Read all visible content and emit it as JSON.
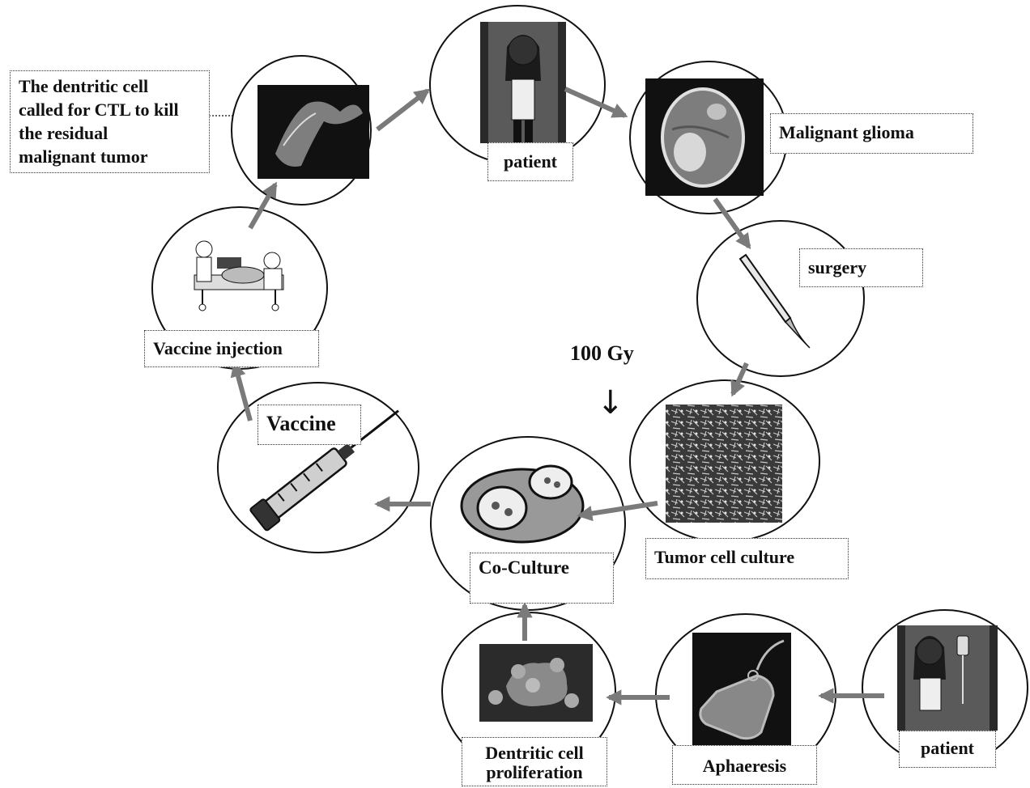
{
  "labels": {
    "dc_kill": "The dentritic cell\ncalled for CTL to kill\nthe residual\nmalignant tumor",
    "patient_top": "patient",
    "malignant_glioma": "Malignant glioma",
    "surgery": "surgery",
    "vaccine_injection": "Vaccine injection",
    "vaccine": "Vaccine",
    "co_culture": "Co-Culture",
    "tumor_cell_culture": "Tumor cell culture",
    "dc_proliferation": "Dentritic cell\nproliferation",
    "aphaeresis": "Aphaeresis",
    "patient_bottom": "patient"
  },
  "dose": "100 Gy",
  "dose_arrow": "↓",
  "colors": {
    "arrow": "#7a7a7a",
    "outline": "#111111",
    "label_border": "#333333"
  }
}
